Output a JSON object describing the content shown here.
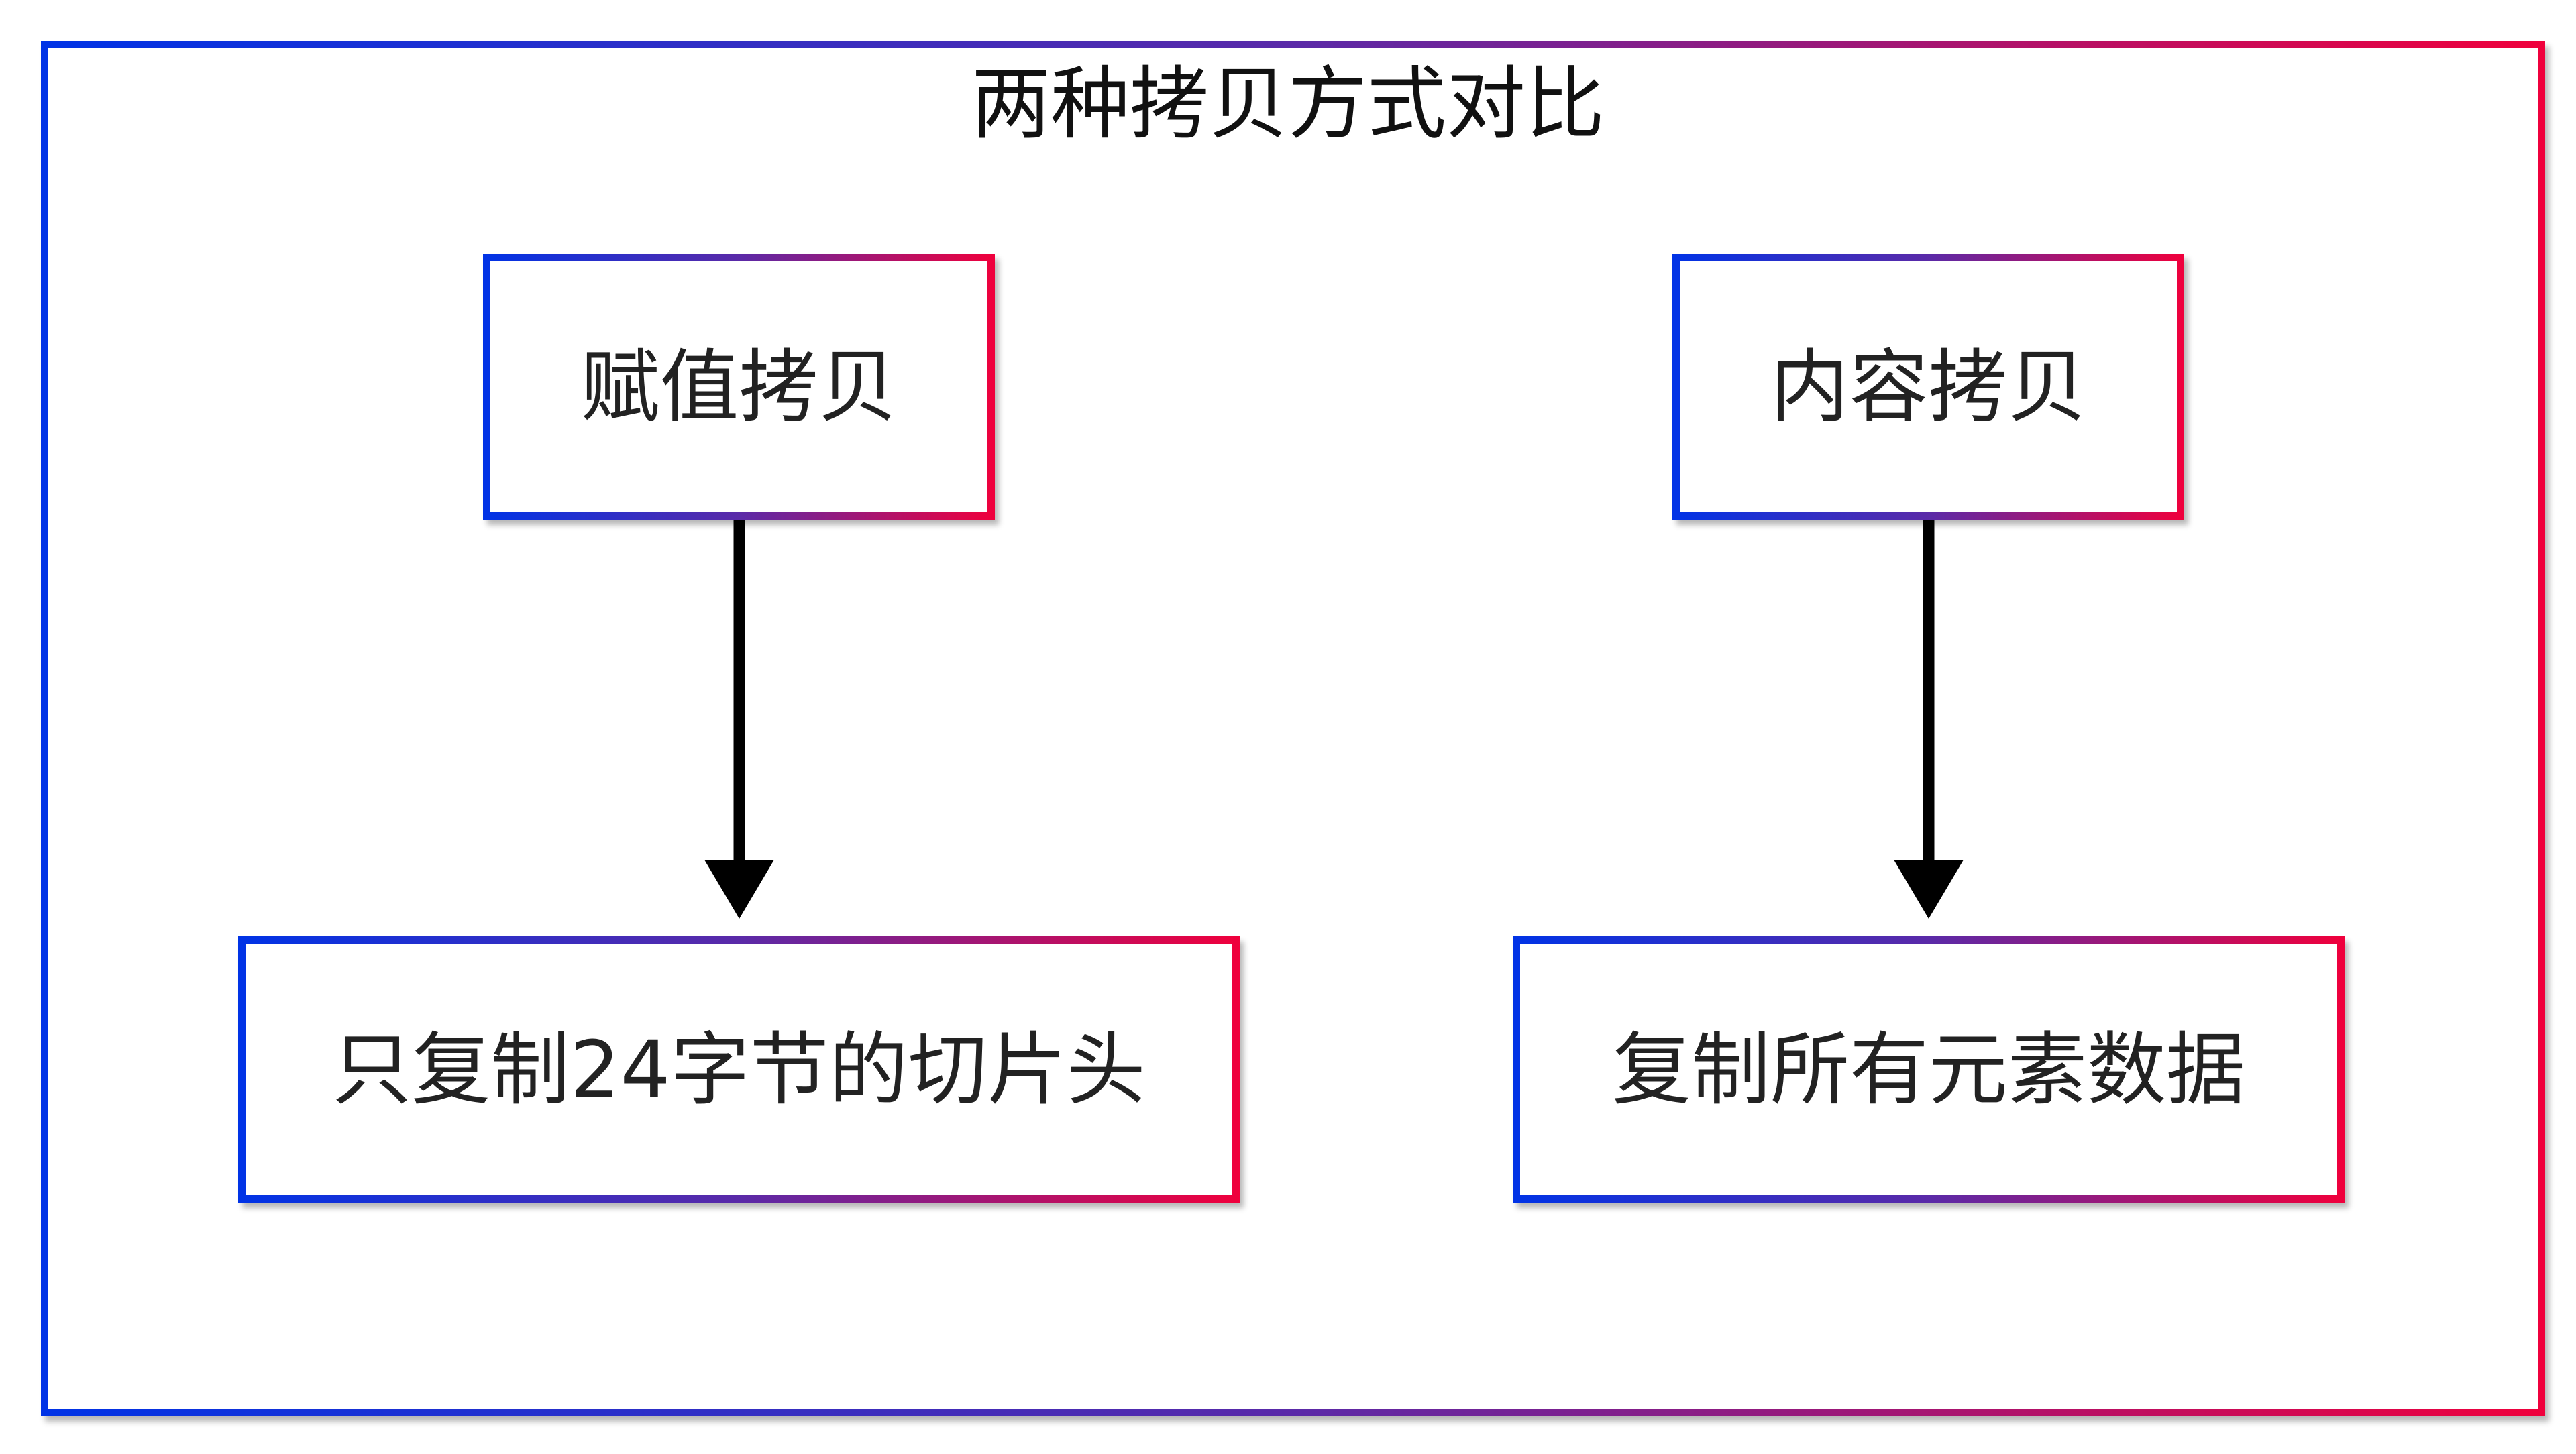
{
  "diagram": {
    "title": "两种拷贝方式对比",
    "nodes": {
      "assignment_copy": "赋值拷贝",
      "content_copy": "内容拷贝",
      "assignment_result": "只复制24字节的切片头",
      "content_result": "复制所有元素数据"
    },
    "edges": [
      {
        "from": "assignment_copy",
        "to": "assignment_result"
      },
      {
        "from": "content_copy",
        "to": "content_result"
      }
    ],
    "colors": {
      "border_gradient_start": "#0033e6",
      "border_gradient_mid": "#5a2aa8",
      "border_gradient_end": "#f0003c",
      "arrow": "#000000",
      "text": "#222222",
      "background": "#ffffff"
    }
  }
}
